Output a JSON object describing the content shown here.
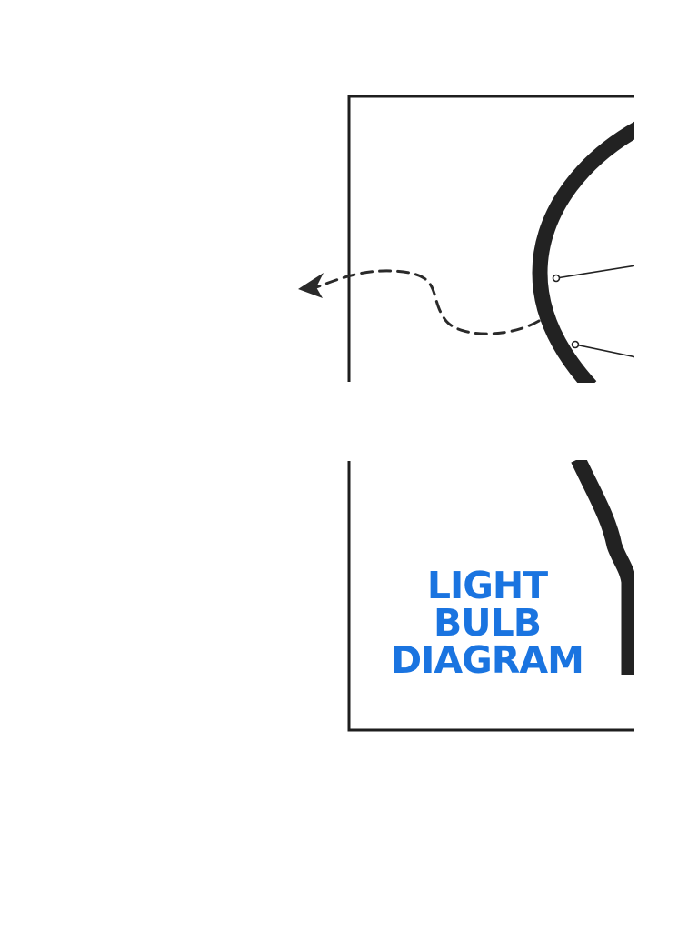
{
  "title": {
    "lines": [
      "LIGHT",
      "BULB",
      "DIAGRAM"
    ]
  },
  "colors": {
    "title": "#1a74e0",
    "frame": "#1e1e1e",
    "bulb_outline": "#222222",
    "arrow": "#2a2a2a",
    "background": "#ffffff"
  },
  "icons": {
    "arrowhead": "arrow-left-icon",
    "bulb": "light-bulb-icon"
  }
}
